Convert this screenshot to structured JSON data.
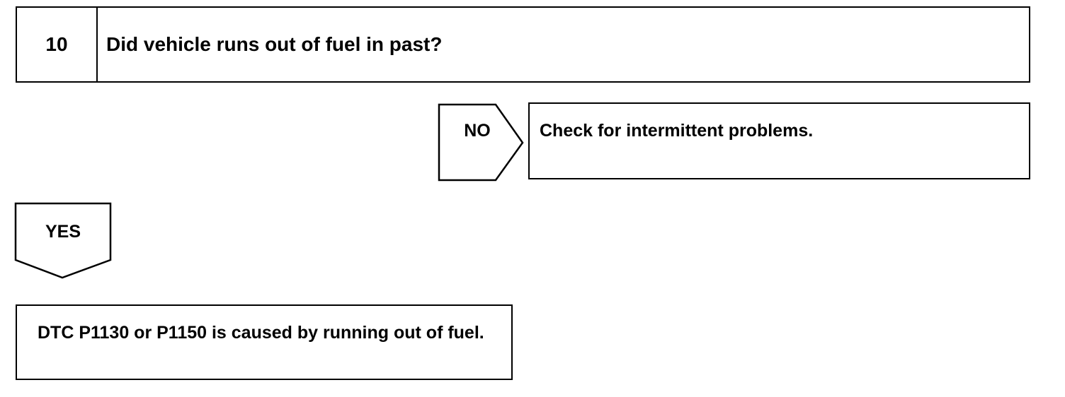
{
  "step": {
    "number": "10",
    "question": "Did vehicle runs out of fuel in past?"
  },
  "no_branch": {
    "label": "NO",
    "result": "Check for intermittent problems."
  },
  "yes_branch": {
    "label": "YES",
    "result": "DTC P1130 or P1150 is caused by running out of fuel."
  }
}
